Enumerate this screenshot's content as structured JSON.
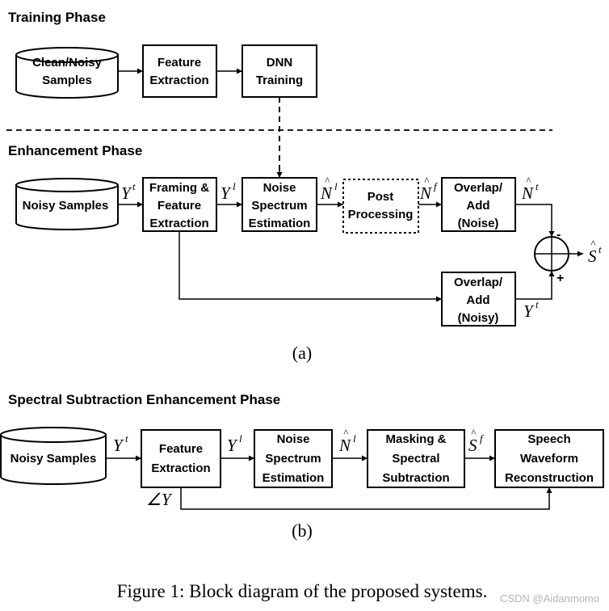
{
  "training": {
    "title": "Training Phase",
    "clean_noisy": [
      "Clean/Noisy",
      "Samples"
    ],
    "feature_extraction": [
      "Feature",
      "Extraction"
    ],
    "dnn_training": [
      "DNN",
      "Training"
    ]
  },
  "enhancement": {
    "title": "Enhancement Phase",
    "noisy_samples": "Noisy Samples",
    "framing": [
      "Framing &",
      "Feature",
      "Extraction"
    ],
    "noise_est": [
      "Noise",
      "Spectrum",
      "Estimation"
    ],
    "post": [
      "Post",
      "Processing"
    ],
    "ola_noise": [
      "Overlap/",
      "Add",
      "(Noise)"
    ],
    "ola_noisy": [
      "Overlap/",
      "Add",
      "(Noisy)"
    ],
    "minus": "-",
    "plus": "+"
  },
  "spectral": {
    "title": "Spectral Subtraction Enhancement Phase",
    "noisy_samples": "Noisy Samples",
    "feature_extraction": [
      "Feature",
      "Extraction"
    ],
    "noise_est": [
      "Noise",
      "Spectrum",
      "Estimation"
    ],
    "masking": [
      "Masking &",
      "Spectral",
      "Subtraction"
    ],
    "reconstruction": [
      "Speech",
      "Waveform",
      "Reconstruction"
    ]
  },
  "symbols": {
    "Y": "Y",
    "N": "N",
    "S": "S",
    "hat": "^",
    "sup_t": "t",
    "sup_l": "l",
    "sup_f": "f",
    "angle_Y": "∠Y"
  },
  "sublabels": {
    "a": "(a)",
    "b": "(b)"
  },
  "caption": "Figure 1: Block diagram of the proposed systems.",
  "watermark": "CSDN @Aidanmomo"
}
